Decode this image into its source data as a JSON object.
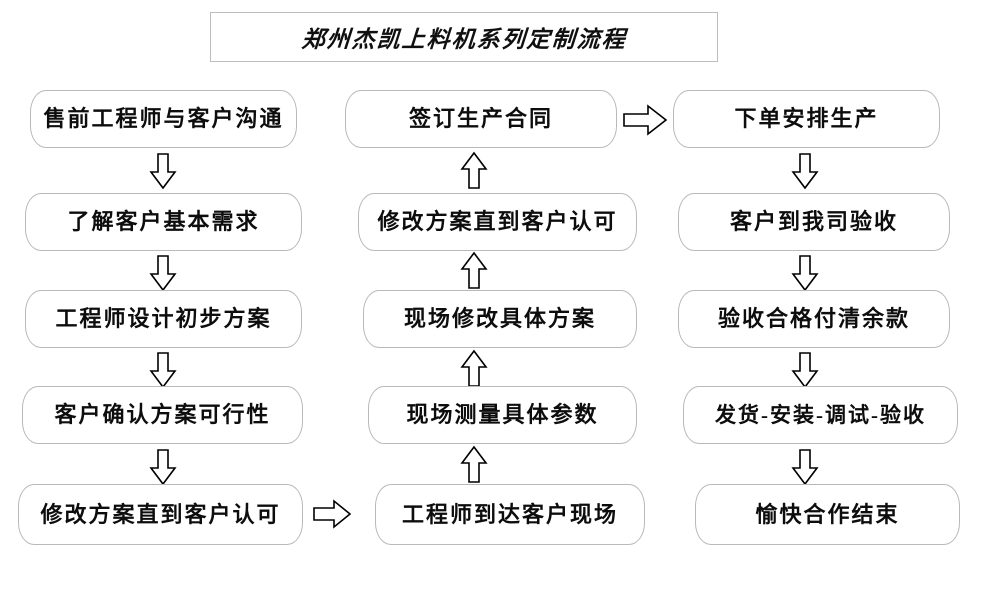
{
  "title": {
    "text": "郑州杰凯上料机系列定制流程"
  },
  "columns": [
    {
      "name": "pre-sales-column",
      "nodes": [
        {
          "label": "售前工程师与客户沟通"
        },
        {
          "label": "了解客户基本需求"
        },
        {
          "label": "工程师设计初步方案"
        },
        {
          "label": "客户确认方案可行性"
        },
        {
          "label": "修改方案直到客户认可"
        }
      ]
    },
    {
      "name": "on-site-column",
      "nodes": [
        {
          "label": "签订生产合同"
        },
        {
          "label": "修改方案直到客户认可"
        },
        {
          "label": "现场修改具体方案"
        },
        {
          "label": "现场测量具体参数"
        },
        {
          "label": "工程师到达客户现场"
        }
      ]
    },
    {
      "name": "production-column",
      "nodes": [
        {
          "label": "下单安排生产"
        },
        {
          "label": "客户到我司验收"
        },
        {
          "label": "验收合格付清余款"
        },
        {
          "label": "发货-安装-调试-验收"
        },
        {
          "label": "愉快合作结束"
        }
      ]
    }
  ],
  "connectors": {
    "down_arrow": "arrow-down-icon",
    "up_arrow": "arrow-up-icon",
    "right_arrow": "arrow-right-icon"
  },
  "colors": {
    "node_border": "#b9b9b9",
    "title_border": "#bdbdbd",
    "text": "#0d0d0d",
    "arrow_stroke": "#000000",
    "background": "#ffffff"
  }
}
